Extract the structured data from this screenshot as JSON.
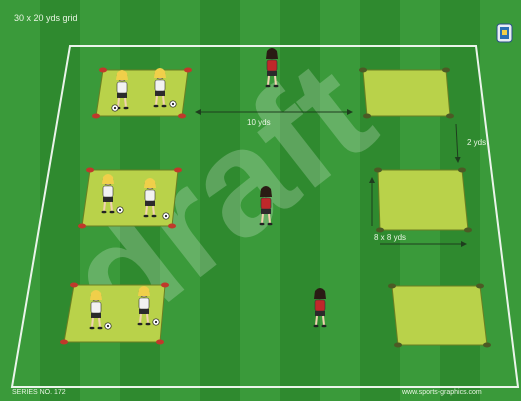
{
  "diagram": {
    "grid_label": "30 x 20 yds grid",
    "distance_label": "10 yds",
    "gap_label": "2 yds",
    "square_size_label": "8 x 8 yds",
    "watermark": "draft",
    "footer_left": "SERIES NO. 172",
    "footer_right": "www.sports-graphics.com"
  },
  "colors": {
    "field_dark": "#2f8a2f",
    "field_light": "#3da03d",
    "square_fill": "#b9d24a",
    "boundary": "#ffffff",
    "cone": "#c0392b",
    "shirt_red": "#c0282a",
    "shirt_white": "#f2f2f2",
    "hair_blond": "#f0cf4a"
  },
  "icons": {
    "logo": "club-crest-icon",
    "player": "player-figure-icon",
    "ball": "soccer-ball-icon",
    "cone": "cone-icon"
  }
}
